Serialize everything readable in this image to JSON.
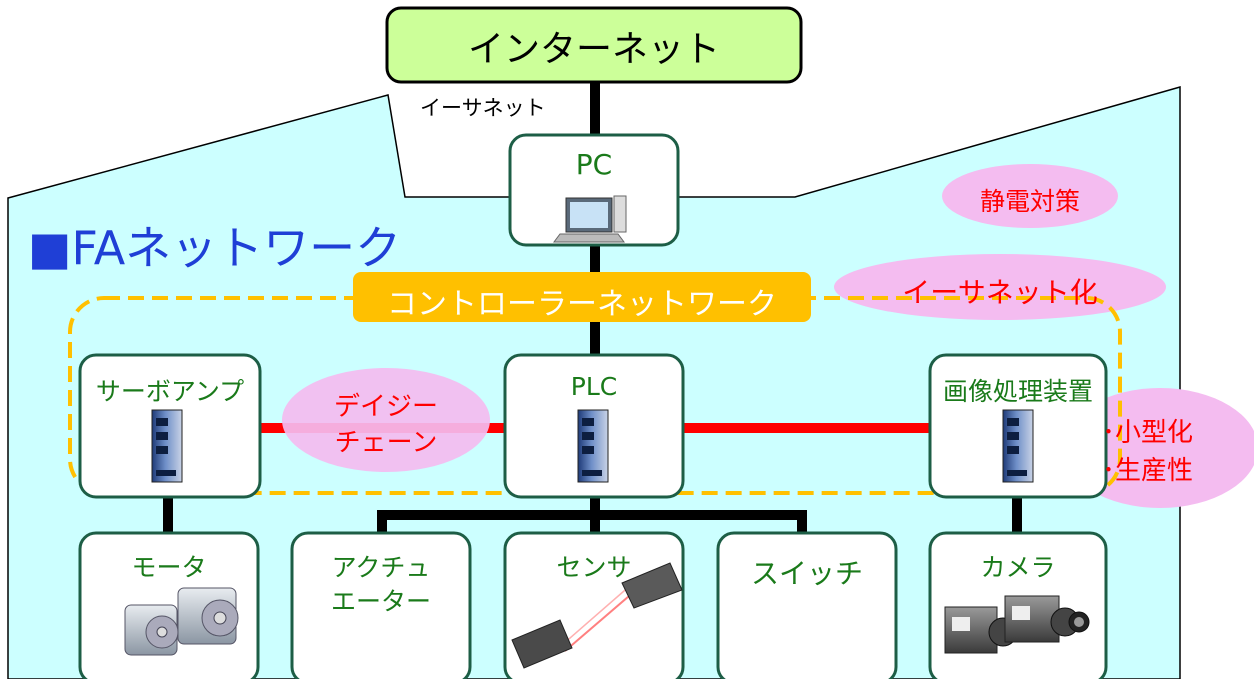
{
  "colors": {
    "factory_fill": "#ccffff",
    "node_border": "#1d5e46",
    "node_text": "#1a7a1a",
    "highlight_text": "#ff0000",
    "pink_ellipse": "#f4bcf0",
    "controller_bar": "#ffc000",
    "internet_fill": "#ccff99"
  },
  "internet": {
    "label": "インターネット"
  },
  "ethernet_label": "イーサネット",
  "fa_title": "■FAネットワーク",
  "controller_network": {
    "label": "コントローラーネットワーク"
  },
  "tags": {
    "esd": "静電対策",
    "ethernet_shift": "イーサネット化",
    "daisy_line1": "デイジー",
    "daisy_line2": "チェーン",
    "compact_line1": "･小型化",
    "compact_line2": "･生産性"
  },
  "nodes": {
    "pc": {
      "label": "PC",
      "icon": "desktop-computer-icon"
    },
    "servo": {
      "label": "サーボアンプ",
      "icon": "servo-amplifier-icon"
    },
    "plc": {
      "label": "PLC",
      "icon": "plc-unit-icon"
    },
    "vision": {
      "label": "画像処理装置",
      "icon": "image-processor-icon"
    },
    "motor": {
      "label": "モータ",
      "icon": "servo-motor-icon"
    },
    "actuator": {
      "label_line1": "アクチュ",
      "label_line2": "エーター"
    },
    "sensor": {
      "label": "センサ",
      "icon": "photoelectric-sensor-icon"
    },
    "switch": {
      "label": "スイッチ"
    },
    "camera": {
      "label": "カメラ",
      "icon": "industrial-camera-icon"
    }
  }
}
